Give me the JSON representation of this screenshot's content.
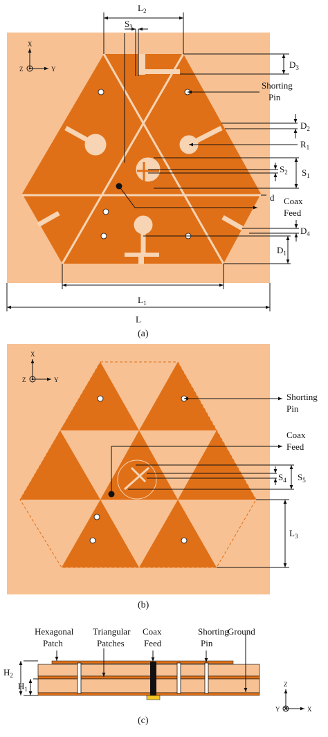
{
  "colors": {
    "substrate": "#F7C193",
    "patch": "#E07017",
    "slot": "#F6D4B4",
    "line": "#111111",
    "probe": "#111111",
    "connector": "#F3C623"
  },
  "panel_a": {
    "caption": "(a)",
    "axes": {
      "x": "X",
      "y": "Y",
      "z": "Z"
    },
    "labels": {
      "shorting_pin": [
        "Shorting",
        "Pin"
      ],
      "coax_feed": [
        "Coax",
        "Feed"
      ]
    },
    "dims": {
      "L": "L",
      "L1": {
        "base": "L",
        "sub": "1"
      },
      "L2": {
        "base": "L",
        "sub": "2"
      },
      "S1": {
        "base": "S",
        "sub": "1"
      },
      "S2": {
        "base": "S",
        "sub": "2"
      },
      "S3": {
        "base": "S",
        "sub": "3"
      },
      "D1": {
        "base": "D",
        "sub": "1"
      },
      "D2": {
        "base": "D",
        "sub": "2"
      },
      "D3": {
        "base": "D",
        "sub": "3"
      },
      "D4": {
        "base": "D",
        "sub": "4"
      },
      "R1": {
        "base": "R",
        "sub": "1"
      },
      "d": "d"
    }
  },
  "panel_b": {
    "caption": "(b)",
    "axes": {
      "x": "X",
      "y": "Y",
      "z": "Z"
    },
    "labels": {
      "shorting_pin": [
        "Shorting",
        "Pin"
      ],
      "coax_feed": [
        "Coax",
        "Feed"
      ]
    },
    "dims": {
      "S4": {
        "base": "S",
        "sub": "4"
      },
      "S5": {
        "base": "S",
        "sub": "5"
      },
      "L3": {
        "base": "L",
        "sub": "3"
      }
    }
  },
  "panel_c": {
    "caption": "(c)",
    "axes": {
      "z": "Z",
      "y": "Y",
      "x": "X"
    },
    "labels": {
      "hexagonal_patch": [
        "Hexagonal",
        "Patch"
      ],
      "triangular_patches": [
        "Triangular",
        "Patches"
      ],
      "coax_feed": [
        "Coax",
        "Feed"
      ],
      "shorting_pin": [
        "Shorting",
        "Pin"
      ],
      "ground": "Ground"
    },
    "dims": {
      "H1": {
        "base": "H",
        "sub": "1"
      },
      "H2": {
        "base": "H",
        "sub": "2"
      }
    }
  }
}
